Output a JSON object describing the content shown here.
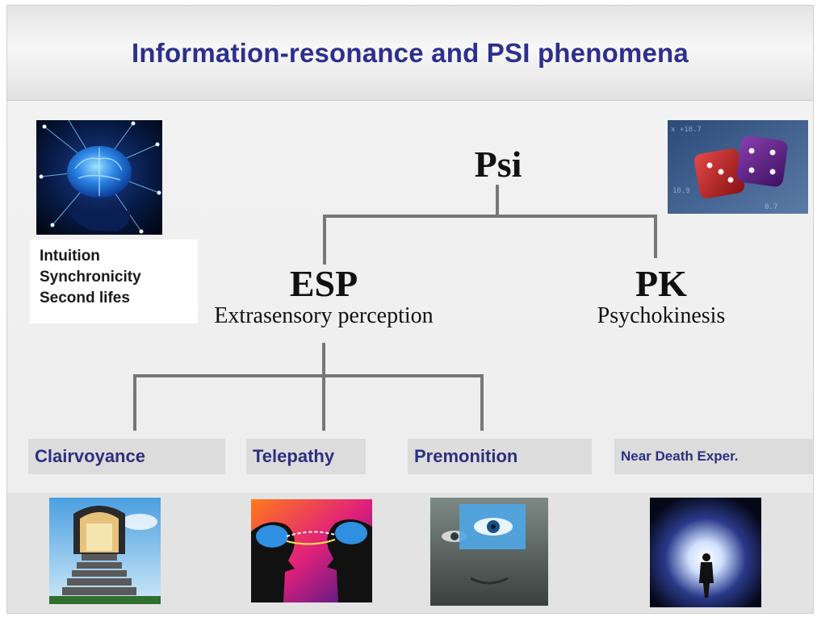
{
  "title": "Information-resonance and PSI phenomena",
  "tree": {
    "root": "Psi",
    "esp": {
      "label": "ESP",
      "sub": "Extrasensory perception"
    },
    "pk": {
      "label": "PK",
      "sub": "Psychokinesis"
    }
  },
  "side_list": [
    "Intuition",
    "Synchronicity",
    "Second lifes"
  ],
  "categories": [
    "Clairvoyance",
    "Telepathy",
    "Premonition",
    "Near Death Exper."
  ],
  "icons": {
    "top_left": "brain-network-icon",
    "top_right": "dice-icon",
    "clairvoyance": "stairway-door-icon",
    "telepathy": "two-heads-brains-icon",
    "premonition": "eye-face-icon",
    "near_death": "tunnel-light-figure-icon"
  }
}
